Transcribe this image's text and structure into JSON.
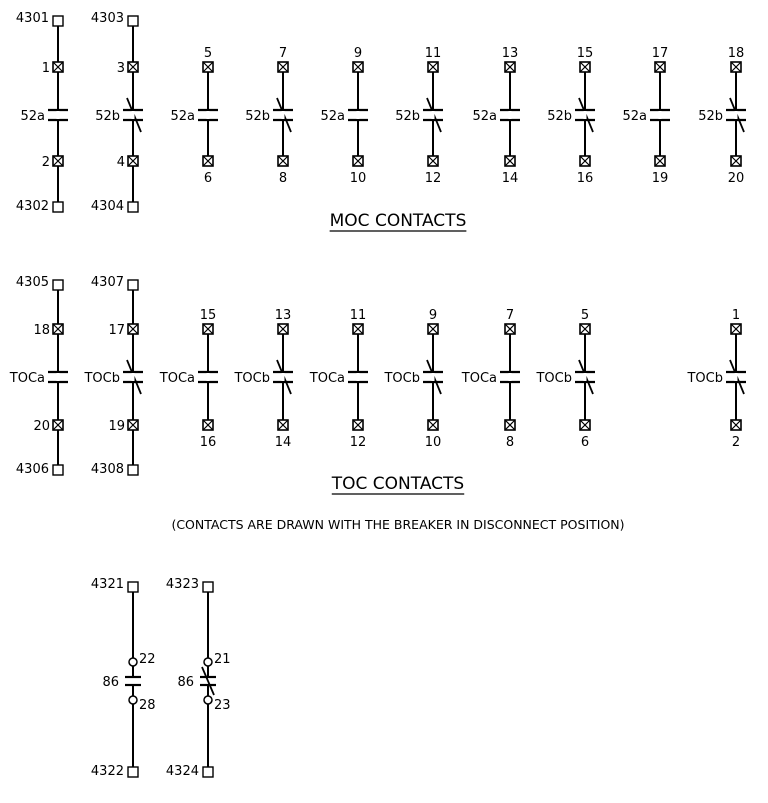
{
  "sections": {
    "moc": {
      "title": "MOC CONTACTS",
      "columns": [
        {
          "top_terminal": "4301",
          "top_label": "1",
          "contact": "52a",
          "type": "a",
          "bottom_label": "2",
          "bottom_terminal": "4302"
        },
        {
          "top_terminal": "4303",
          "top_label": "3",
          "contact": "52b",
          "type": "b",
          "bottom_label": "4",
          "bottom_terminal": "4304"
        },
        {
          "top_label": "5",
          "contact": "52a",
          "type": "a",
          "bottom_label": "6"
        },
        {
          "top_label": "7",
          "contact": "52b",
          "type": "b",
          "bottom_label": "8"
        },
        {
          "top_label": "9",
          "contact": "52a",
          "type": "a",
          "bottom_label": "10"
        },
        {
          "top_label": "11",
          "contact": "52b",
          "type": "b",
          "bottom_label": "12"
        },
        {
          "top_label": "13",
          "contact": "52a",
          "type": "a",
          "bottom_label": "14"
        },
        {
          "top_label": "15",
          "contact": "52b",
          "type": "b",
          "bottom_label": "16"
        },
        {
          "top_label": "17",
          "contact": "52a",
          "type": "a",
          "bottom_label": "19"
        },
        {
          "top_label": "18",
          "contact": "52b",
          "type": "b",
          "bottom_label": "20"
        }
      ]
    },
    "toc": {
      "title": "TOC CONTACTS",
      "note": "(CONTACTS ARE DRAWN WITH THE BREAKER IN DISCONNECT POSITION)",
      "columns": [
        {
          "top_terminal": "4305",
          "top_label": "18",
          "contact": "TOCa",
          "type": "a",
          "bottom_label": "20",
          "bottom_terminal": "4306"
        },
        {
          "top_terminal": "4307",
          "top_label": "17",
          "contact": "TOCb",
          "type": "b",
          "bottom_label": "19",
          "bottom_terminal": "4308"
        },
        {
          "top_label": "15",
          "contact": "TOCa",
          "type": "a",
          "bottom_label": "16"
        },
        {
          "top_label": "13",
          "contact": "TOCb",
          "type": "b",
          "bottom_label": "14"
        },
        {
          "top_label": "11",
          "contact": "TOCa",
          "type": "a",
          "bottom_label": "12"
        },
        {
          "top_label": "9",
          "contact": "TOCb",
          "type": "b",
          "bottom_label": "10"
        },
        {
          "top_label": "7",
          "contact": "TOCa",
          "type": "a",
          "bottom_label": "8"
        },
        {
          "top_label": "5",
          "contact": "TOCb",
          "type": "b",
          "bottom_label": "6"
        },
        {
          "top_label": "1",
          "contact": "TOCb",
          "type": "b",
          "bottom_label": "2"
        }
      ]
    },
    "relay86": {
      "columns": [
        {
          "top_terminal": "4321",
          "top_label": "22",
          "contact": "86",
          "type": "a",
          "bottom_label": "28",
          "bottom_terminal": "4322"
        },
        {
          "top_terminal": "4323",
          "top_label": "21",
          "contact": "86",
          "type": "b",
          "bottom_label": "23",
          "bottom_terminal": "4324"
        }
      ]
    }
  }
}
